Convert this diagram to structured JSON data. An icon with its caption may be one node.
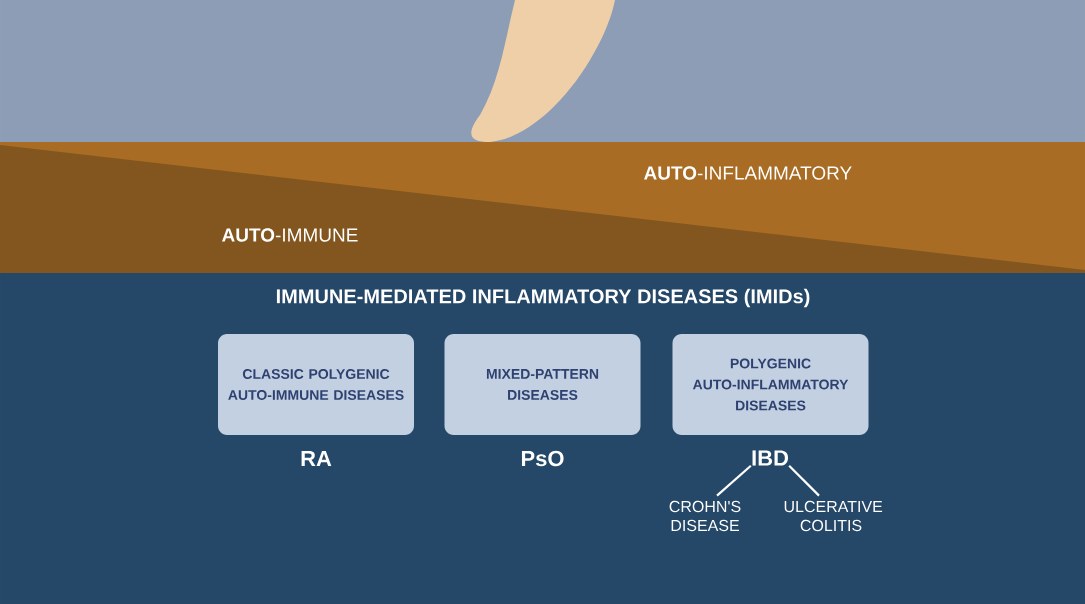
{
  "diagram": {
    "title": "IMMUNE-MEDIATED INFLAMMATORY DISEASES (IMIDs)",
    "nodes": [
      {
        "text": [
          "CLASSIC POLYGENIC AUTO-IMMUNE DISEASES"
        ],
        "beside": [
          "RA"
        ]
      },
      {
        "text": [
          "MIXED-PATTERN DISEASES"
        ],
        "beside": [
          "PsO"
        ]
      },
      {
        "text": [
          "POLYGENIC AUTO-INFLAMMATORY DISEASES"
        ]
      },
      {
        "text": [
          "IBD"
        ]
      },
      {
        "text": [
          "CROHN'S DISEASE"
        ]
      },
      {
        "text": [
          "ULCERATIVE COLITIS"
        ]
      }
    ],
    "edges": [
      {
        "from": 3,
        "to": 4,
        "arrow": "none"
      },
      {
        "from": 3,
        "to": 5,
        "arrow": "none"
      }
    ],
    "labels": [
      "**AUTO**-INFLAMMATORY",
      "**AUTO**-IMMUNE"
    ]
  }
}
